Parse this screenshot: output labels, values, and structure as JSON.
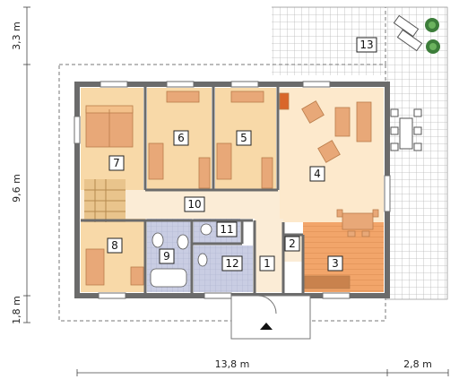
{
  "colors": {
    "wall": "#6b6b6b",
    "room_warm": "#f8d9a8",
    "room_light": "#fde9cc",
    "hall": "#fbecd6",
    "bath": "#c5cbe6",
    "kitchen": "#f2a56a",
    "terrace": "#ffffff",
    "terrace_grid": "#b8b8b8",
    "furniture": "#e8a878",
    "furniture_dark": "#b97c4a",
    "dash": "#777777"
  },
  "rooms": [
    {
      "id": "1",
      "label": "1"
    },
    {
      "id": "2",
      "label": "2"
    },
    {
      "id": "3",
      "label": "3"
    },
    {
      "id": "4",
      "label": "4"
    },
    {
      "id": "5",
      "label": "5"
    },
    {
      "id": "6",
      "label": "6"
    },
    {
      "id": "7",
      "label": "7"
    },
    {
      "id": "8",
      "label": "8"
    },
    {
      "id": "9",
      "label": "9"
    },
    {
      "id": "10",
      "label": "10"
    },
    {
      "id": "11",
      "label": "11"
    },
    {
      "id": "12",
      "label": "12"
    },
    {
      "id": "13",
      "label": "13"
    }
  ],
  "dimensions": {
    "left_top": "3,3 m",
    "left_mid": "9,6 m",
    "left_bottom": "1,8 m",
    "bottom_main": "13,8 m",
    "bottom_right": "2,8 m"
  },
  "icons": {
    "entrance": "entrance-arrow-icon",
    "plants": "plant-icon",
    "loungers": "sun-lounger-icon"
  }
}
